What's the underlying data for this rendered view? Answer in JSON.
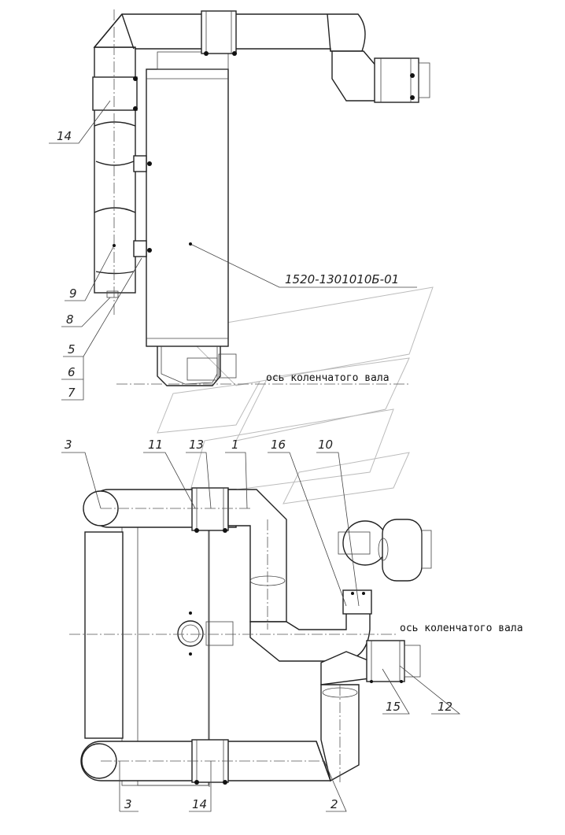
{
  "part_number": "1520-1301010Б-01",
  "axis_label_top": "ось коленчатого вала",
  "axis_label_bottom": "ось коленчатого вала",
  "callouts_top": [
    "14",
    "9",
    "8",
    "5",
    "6",
    "7"
  ],
  "callouts_bottom": [
    "3",
    "11",
    "13",
    "1",
    "16",
    "10",
    "15",
    "12",
    "3",
    "14",
    "2"
  ]
}
